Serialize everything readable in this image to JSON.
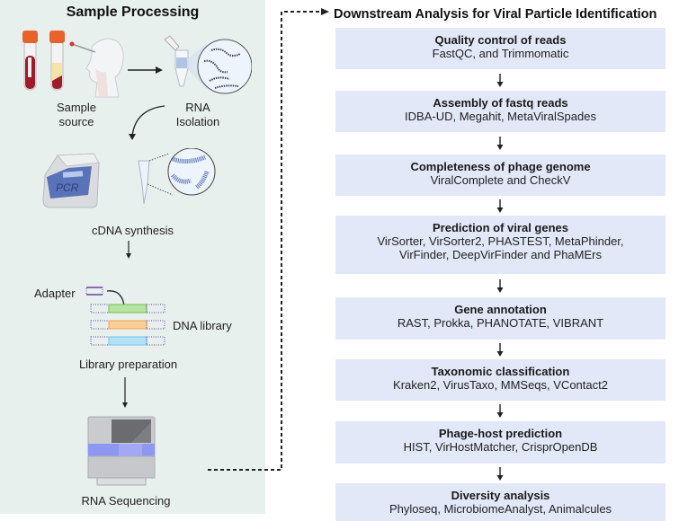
{
  "left_panel": {
    "title": "Sample Processing",
    "steps": [
      {
        "label_line1": "Sample",
        "label_line2": "source",
        "icon": "blood-tubes-and-nasal-swab-icon"
      },
      {
        "label_line1": "RNA",
        "label_line2": "Isolation",
        "icon": "microtube-rna-icon"
      },
      {
        "label": "cDNA synthesis",
        "icon": "pcr-machine-icon",
        "screen_text": "PCR"
      },
      {
        "label": "Library preparation",
        "adapter_label": "Adapter",
        "library_label": "DNA library",
        "icon": "dna-library-icon"
      },
      {
        "label": "RNA Sequencing",
        "icon": "sequencer-icon"
      }
    ]
  },
  "right_panel": {
    "title": "Downstream Analysis for Viral Particle Identification",
    "steps": [
      {
        "title": "Quality control of reads",
        "tools": "FastQC, and Trimmomatic"
      },
      {
        "title": "Assembly of fastq reads",
        "tools": "IDBA-UD, Megahit, MetaViralSpades"
      },
      {
        "title": "Completeness of phage genome",
        "tools": "ViralComplete and CheckV"
      },
      {
        "title": "Prediction of viral genes",
        "tools": "VirSorter, VirSorter2, PHASTEST, MetaPhinder,\nVirFinder, DeepVirFinder and PhaMErs"
      },
      {
        "title": "Gene annotation",
        "tools": "RAST, Prokka, PHANOTATE, VIBRANT"
      },
      {
        "title": "Taxonomic classification",
        "tools": "Kraken2, VirusTaxo, MMSeqs, VContact2"
      },
      {
        "title": "Phage-host prediction",
        "tools": "HIST, VirHostMatcher, CrisprOpenDB"
      },
      {
        "title": "Diversity analysis",
        "tools": "Phyloseq, MicrobiomeAnalyst, Animalcules"
      }
    ]
  },
  "colors": {
    "left_panel_bg": "#e8f0ee",
    "step_box_bg": "#e2e8f8",
    "tube_cap": "#e8622a",
    "blood": "#9e1b2a",
    "plasma": "#f6e3a8",
    "pcr_screen": "#5a72b8",
    "adapter": "#6a3fa0",
    "insert_green": "#6cc04a",
    "insert_orange": "#f2a24a",
    "insert_blue": "#6cc4ea",
    "sequencer_band": "#8f98f0"
  }
}
